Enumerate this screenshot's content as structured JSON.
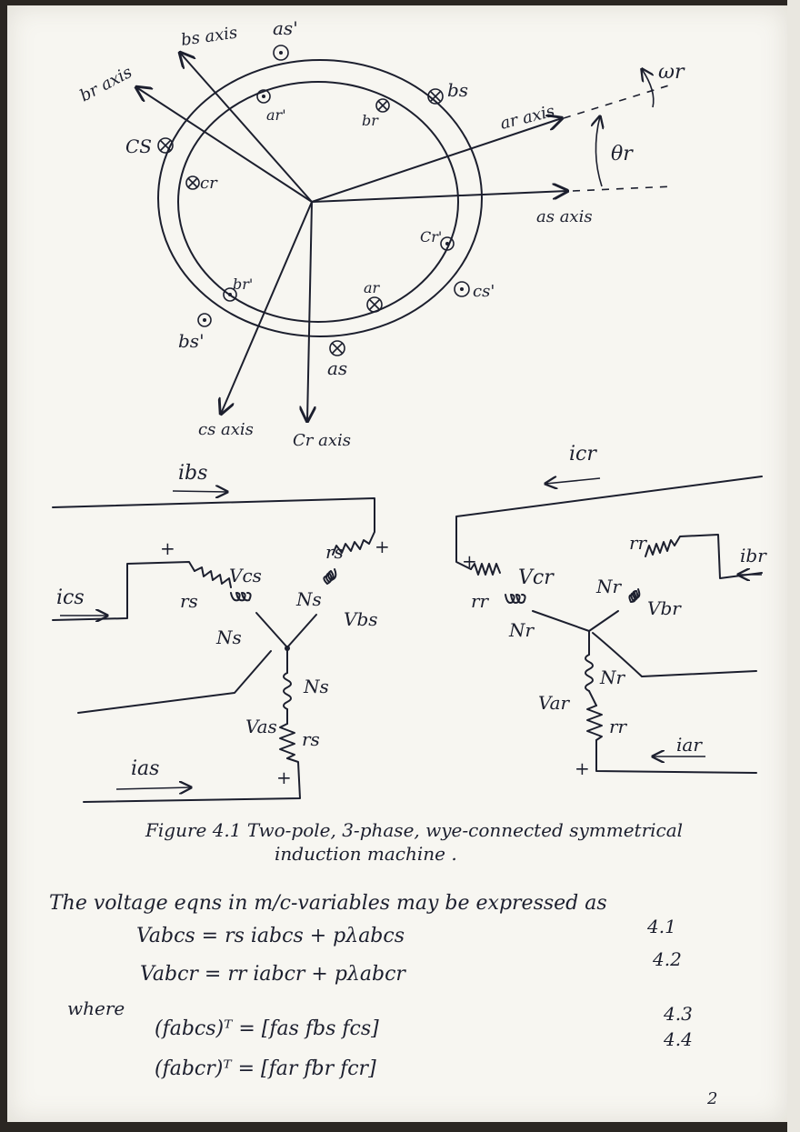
{
  "machine_diagram": {
    "axes": {
      "bs_axis": "bs axis",
      "br_axis": "br axis",
      "ar_axis": "ar axis",
      "as_axis": "as axis",
      "cs_axis": "cs axis",
      "cr_axis": "Cr axis"
    },
    "conductors": {
      "as_prime": "as'",
      "ar_prime": "ar'",
      "br": "br",
      "bs": "bs",
      "cs": "CS",
      "cr": "cr",
      "cr_prime": "Cr'",
      "cs_prime": "cs'",
      "ar": "ar",
      "br_prime": "br'",
      "bs_prime": "bs'",
      "as": "as"
    },
    "angle": "θr",
    "speed": "ωr"
  },
  "stator_circuit": {
    "i_bs": "ibs",
    "i_cs": "ics",
    "i_as": "ias",
    "v_cs": "Vcs",
    "v_bs": "Vbs",
    "v_as": "Vas",
    "r_s_1": "rs",
    "r_s_2": "rs",
    "r_s_3": "rs",
    "n_s_1": "Ns",
    "n_s_2": "Ns",
    "n_s_3": "Ns",
    "plus_1": "+",
    "plus_2": "+",
    "plus_3": "+"
  },
  "rotor_circuit": {
    "i_cr": "icr",
    "i_br": "ibr",
    "i_ar": "iar",
    "v_cr": "Vcr",
    "v_br": "Vbr",
    "v_ar": "Var",
    "r_r_1": "rr",
    "r_r_2": "rr",
    "r_r_3": "rr",
    "n_r_1": "Nr",
    "n_r_2": "Nr",
    "n_r_3": "Nr",
    "plus_1": "+",
    "plus_2": "+"
  },
  "caption": {
    "line1": "Figure 4.1  Two-pole, 3-phase, wye-connected symmetrical",
    "line2": "induction machine ."
  },
  "text": {
    "intro": "The voltage eqns in m/c-variables may be expressed as",
    "eq1": "Vabcs = rs iabcs + pλabcs",
    "eq1_no": "4.1",
    "eq2": "Vabcr = rr iabcr + pλabcr",
    "eq2_no": "4.2",
    "where": "where",
    "eq3": "(fabcs)ᵀ = [fas fbs fcs]",
    "eq3_no": "4.3",
    "eq4": "(fabcr)ᵀ = [far fbr fcr]",
    "eq4_no": "4.4",
    "page_number": "2"
  }
}
